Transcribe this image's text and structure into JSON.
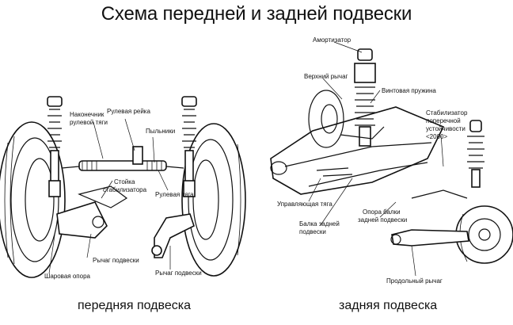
{
  "title": "Схема передней и задней подвески",
  "front": {
    "caption": "передняя подвеска",
    "labels": {
      "tie_rod_end": [
        "Наконечник",
        "рулевой тяги"
      ],
      "steering_rack": "Рулевая рейка",
      "boots": "Пыльники",
      "stabilizer_link": [
        "Стойка",
        "стабилизатора"
      ],
      "tie_rod": "Рулевая тяга",
      "control_arm_left": "Рычаг подвески",
      "control_arm_right": "Рычаг подвески",
      "ball_joint": "Шаровая опора"
    }
  },
  "rear": {
    "caption": "задняя подвеска",
    "labels": {
      "shock": "Амортизатор",
      "upper_arm": "Верхний рычаг",
      "coil_spring": "Винтовая пружина",
      "stabilizer": [
        "Стабилизатор",
        "поперечной",
        "устойчивости",
        "<2000>"
      ],
      "control_rod": "Управляющая тяга",
      "rear_beam": [
        "Балка задней",
        "подвески"
      ],
      "beam_mount": [
        "Опора балки",
        "задней подвески"
      ],
      "trailing_arm": "Продольный рычаг"
    }
  }
}
